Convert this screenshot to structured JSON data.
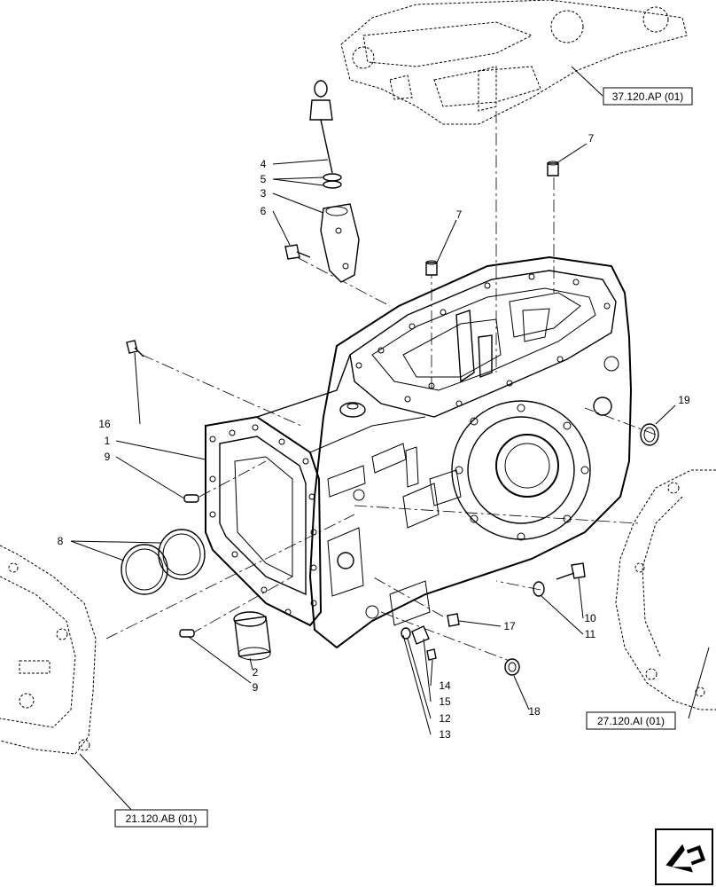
{
  "references": {
    "top_right": "37.120.AP (01)",
    "right": "27.120.AI (01)",
    "bottom_left": "21.120.AB (01)"
  },
  "callouts": {
    "c1": "1",
    "c2": "2",
    "c3": "3",
    "c4": "4",
    "c5": "5",
    "c6": "6",
    "c7a": "7",
    "c7b": "7",
    "c8": "8",
    "c9a": "9",
    "c9b": "9",
    "c10": "10",
    "c11": "11",
    "c12": "12",
    "c13": "13",
    "c14": "14",
    "c15": "15",
    "c16": "16",
    "c17": "17",
    "c18": "18",
    "c19": "19"
  },
  "nav_icon": "arrow-navigation-icon"
}
